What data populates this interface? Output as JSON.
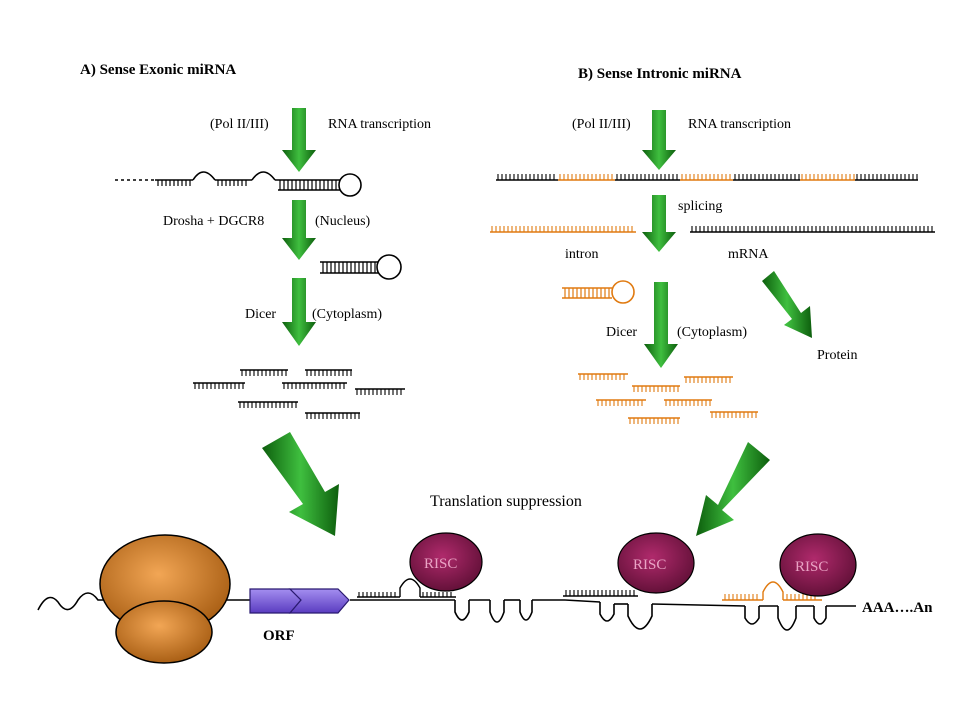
{
  "panels": {
    "exonic": {
      "title": "A) Sense Exonic miRNA",
      "pol": "(Pol II/III)",
      "transcription": "RNA transcription",
      "drosha": "Drosha + DGCR8",
      "nucleus": "(Nucleus)",
      "dicer": "Dicer",
      "cytoplasm": "(Cytoplasm)"
    },
    "intronic": {
      "title": "B) Sense Intronic miRNA",
      "pol": "(Pol II/III)",
      "transcription": "RNA transcription",
      "splicing": "splicing",
      "intron": "intron",
      "mrna": "mRNA",
      "dicer": "Dicer",
      "cytoplasm": "(Cytoplasm)",
      "protein": "Protein"
    }
  },
  "bottom": {
    "suppression": "Translation suppression",
    "risc_labels": [
      "RISC",
      "RISC",
      "RISC"
    ],
    "orf": "ORF",
    "tail": "AAA….An"
  },
  "colors": {
    "arrow": "#1f8a1f",
    "intron_strand": "#e07a10",
    "ribosome": "#d77a1e",
    "risc": "#8e1a50",
    "orf": "#7a5bd6"
  }
}
